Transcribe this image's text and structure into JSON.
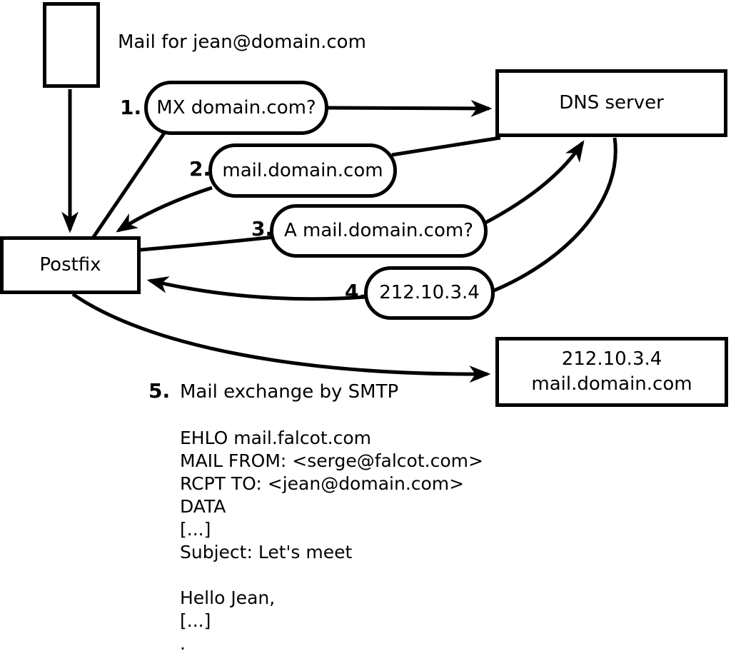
{
  "canvas": {
    "background": "#ffffff",
    "line_color": "#000000"
  },
  "title_text": "Mail for jean@domain.com",
  "nodes": {
    "postfix": {
      "label": "Postfix"
    },
    "dns": {
      "label": "DNS server"
    },
    "mailserver": {
      "line1": "212.10.3.4",
      "line2": "mail.domain.com"
    }
  },
  "steps": [
    {
      "num": "1.",
      "label": "MX domain.com?"
    },
    {
      "num": "2.",
      "label": "mail.domain.com"
    },
    {
      "num": "3.",
      "label": "A mail.domain.com?"
    },
    {
      "num": "4.",
      "label": "212.10.3.4"
    },
    {
      "num": "5.",
      "label": "Mail exchange by SMTP"
    }
  ],
  "smtp_session": [
    "EHLO mail.falcot.com",
    "MAIL FROM: <serge@falcot.com>",
    "RCPT TO: <jean@domain.com>",
    "DATA",
    "[...]",
    "Subject: Let's meet",
    "",
    "Hello Jean,",
    "[...]",
    "."
  ]
}
